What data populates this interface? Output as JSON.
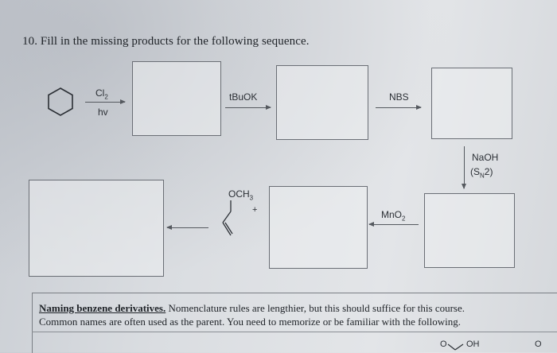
{
  "question": {
    "number": "10.",
    "text": "Fill in the missing products for the following sequence."
  },
  "reagents": {
    "step1_top": "Cl",
    "step1_top_sub": "2",
    "step1_bottom": "hv",
    "step2": "tBuOK",
    "step3": "NBS",
    "step4_line1": "NaOH",
    "step4_line2_pre": "(S",
    "step4_line2_sub": "N",
    "step4_line2_post": "2)",
    "step5_pre": "MnO",
    "step5_sub": "2",
    "step6_group_pre": "OCH",
    "step6_group_sub": "3",
    "step6_plus": "+"
  },
  "naming": {
    "title": "Naming benzene derivatives.",
    "line1_rest": " Nomenclature rules are lengthier, but this should suffice for this course.",
    "line2": "Common names are often used as the parent.  You need to memorize or be familiar with the following."
  },
  "fragments": {
    "bottom_center": "OH",
    "bottom_right": "O"
  }
}
